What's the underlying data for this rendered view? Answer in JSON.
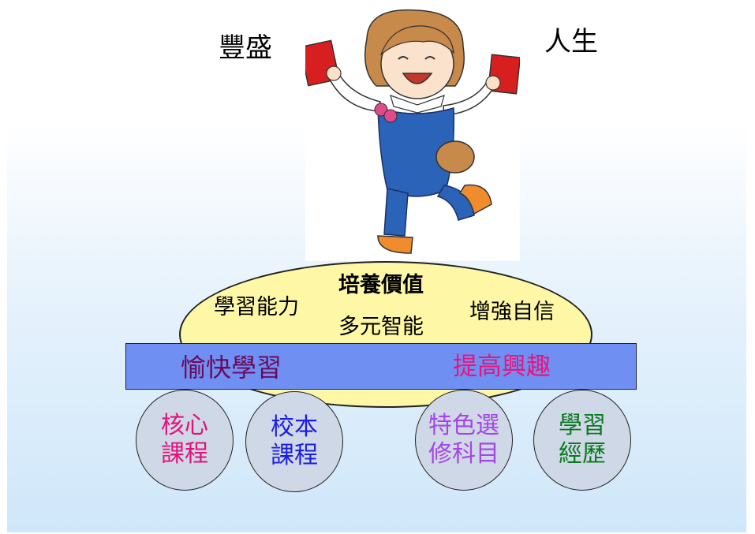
{
  "top": {
    "left_word": "豐盛",
    "right_word": "人生"
  },
  "ellipse": {
    "left": "學習能力",
    "top": "培養價值",
    "middle": "多元智能",
    "right": "增強自信",
    "fill_color": "#fdf7a6"
  },
  "bar": {
    "left": "愉快學習",
    "right": "提高興趣",
    "fill_color": "#6f8ff2",
    "left_color": "#6b0a5a",
    "right_color": "#e8157e"
  },
  "circles": [
    {
      "line1": "核心",
      "line2": "課程",
      "color": "#e2127a"
    },
    {
      "line1": "校本",
      "line2": "課程",
      "color": "#1d1de0"
    },
    {
      "line1": "特色選",
      "line2": "修科目",
      "color": "#a545e8"
    },
    {
      "line1": "學習",
      "line2": "經歷",
      "color": "#0a7a1e"
    }
  ]
}
